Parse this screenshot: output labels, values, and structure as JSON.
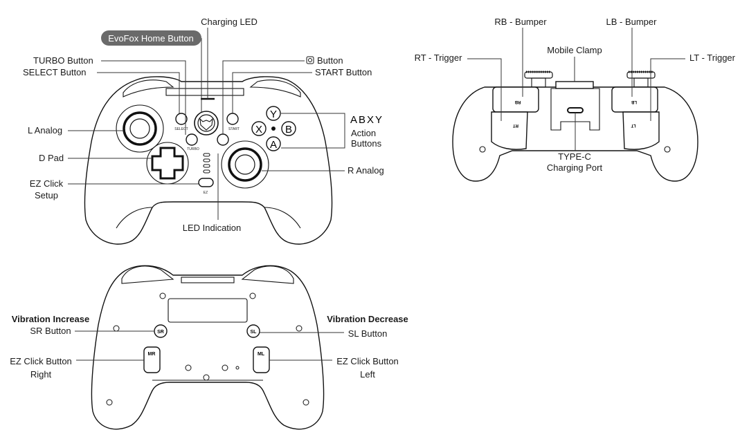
{
  "front_view": {
    "labels": {
      "charging_led": "Charging LED",
      "home_button": "EvoFox Home Button",
      "turbo_button": "TURBO Button",
      "select_button": "SELECT Button",
      "mode_button": "Button",
      "start_button": "START Button",
      "l_analog": "L Analog",
      "abxy_title": "ABXY",
      "action_buttons_line1": "Action",
      "action_buttons_line2": "Buttons",
      "d_pad": "D Pad",
      "r_analog": "R Analog",
      "ez_click_line1": "EZ Click",
      "ez_click_line2": "Setup",
      "led_indication": "LED Indication"
    },
    "face_buttons": [
      "Y",
      "X",
      "B",
      "A"
    ],
    "small_button_text": {
      "select": "SELECT",
      "turbo": "TURBO",
      "start": "START",
      "ez": "EZ"
    }
  },
  "back_view": {
    "labels": {
      "vibration_increase": "Vibration Increase",
      "sr_button": "SR Button",
      "vibration_decrease": "Vibration Decrease",
      "sl_button": "SL Button",
      "ez_right_line1": "EZ Click Button",
      "ez_right_line2": "Right",
      "ez_left_line1": "EZ Click Button",
      "ez_left_line2": "Left"
    },
    "button_text": {
      "sr": "SR",
      "sl": "SL",
      "mr": "MR",
      "ml": "ML"
    }
  },
  "top_view": {
    "labels": {
      "rb_bumper": "RB - Bumper",
      "lb_bumper": "LB - Bumper",
      "rt_trigger": "RT - Trigger",
      "mobile_clamp": "Mobile Clamp",
      "lt_trigger": "LT - Trigger",
      "typec_line1": "TYPE-C",
      "typec_line2": "Charging Port"
    },
    "part_text": {
      "rb": "RB",
      "lb": "LB",
      "rt": "RT",
      "lt": "LT"
    }
  }
}
